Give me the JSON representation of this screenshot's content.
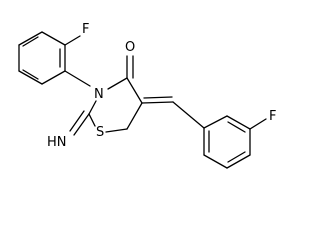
{
  "molecule": {
    "atoms": {
      "fluorine_top": "F",
      "oxygen": "O",
      "nitrogen": "N",
      "imine": "HN",
      "sulfur": "S",
      "fluorine_right": "F"
    },
    "colors": {
      "bond": "#000000",
      "label": "#000000",
      "background": "#ffffff"
    }
  }
}
